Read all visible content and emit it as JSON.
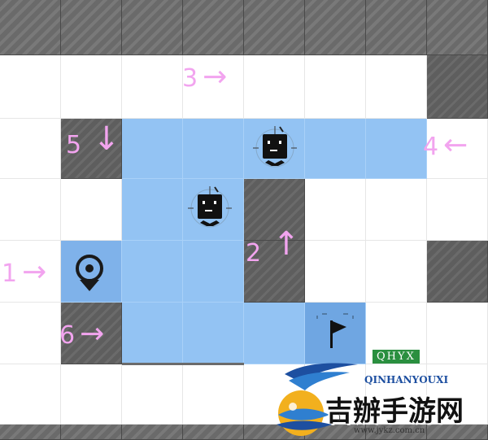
{
  "game": {
    "grid": {
      "rows": [
        "TTTTTTTT",
        "WWWWWWWX",
        "WXBBBBBW",
        "WWBBXWWW",
        "WBBBXWWX",
        "WXBBBGWW",
        "WWWWWWWW",
        "TTTTTTTT"
      ]
    },
    "annotations": [
      {
        "number": "1",
        "arrow": "→"
      },
      {
        "number": "2",
        "arrow": "↑"
      },
      {
        "number": "3",
        "arrow": "→"
      },
      {
        "number": "4",
        "arrow": "←"
      },
      {
        "number": "5",
        "arrow": "↓"
      },
      {
        "number": "6",
        "arrow": "→"
      }
    ],
    "tiles": {
      "start": "start-eye-tile",
      "goal": "goal-flag-tile",
      "enemies": [
        "black-square-enemy",
        "black-square-enemy"
      ]
    }
  },
  "watermark": {
    "brand": "QHYX",
    "pinyin": "QINHANYOUXI",
    "cn": "吉辦手游网",
    "url": "www.jykz.com.cn",
    "j_char": "j"
  },
  "colors": {
    "path_blue": "#93c3f3",
    "annotation_pink": "#f2a4ef",
    "wall_gray": "#5e5e5e"
  }
}
